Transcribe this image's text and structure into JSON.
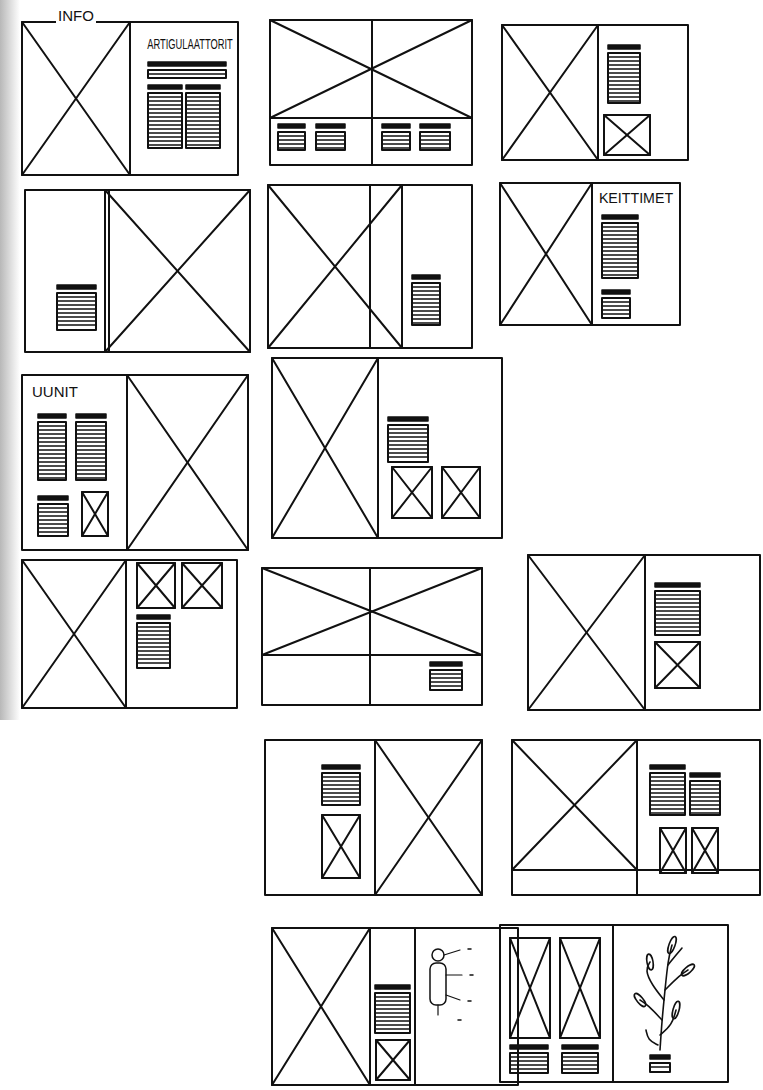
{
  "diagram": {
    "labels": [
      "INFO",
      "ARTIGULAATTORIT",
      "KEITTIMET",
      "UUNIT"
    ]
  }
}
